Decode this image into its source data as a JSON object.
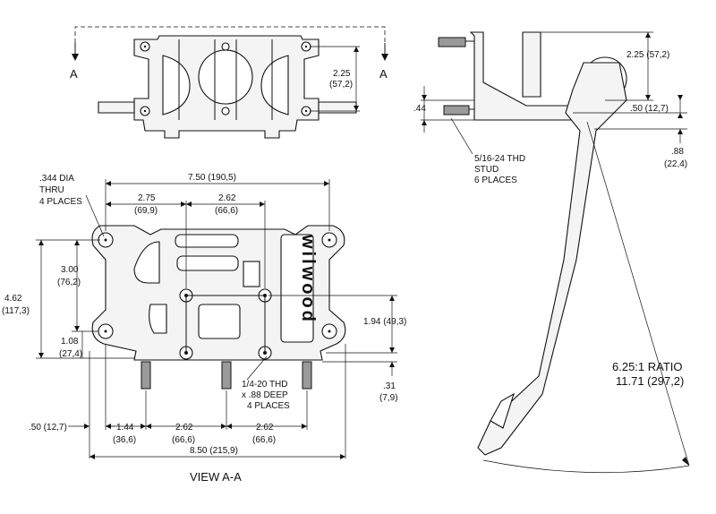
{
  "section": {
    "marker_left": "A",
    "marker_right": "A",
    "view_label": "VIEW A-A"
  },
  "callouts": {
    "holes": [
      "344 DIA",
      "THRU",
      "4 PLACES"
    ],
    "holes_prefix": ".",
    "tapped": [
      "1/4-20 THD",
      "x .88 DEEP",
      "4 PLACES"
    ],
    "stud": [
      "5/16-24 THD",
      "STUD",
      "6 PLACES"
    ],
    "ratio": [
      "6.25:1 RATIO",
      "11.71 (297,2)"
    ]
  },
  "dims": {
    "top_height": [
      "2.25",
      "(57,2)"
    ],
    "overall_width": "7.50 (190,5)",
    "hole_left": [
      "2.75",
      "(69,9)"
    ],
    "hole_center": [
      "2.62",
      "(66,6)"
    ],
    "hole_vert": [
      "3.00",
      "(76,2)"
    ],
    "overall_height": [
      "4.62",
      "(117,3)"
    ],
    "hole_bottom": [
      "1.08",
      "(27,4)"
    ],
    "right_height": "1.94 (49,3)",
    "stud_offset": [
      ".31",
      "(7,9)"
    ],
    "left_margin": ".50 (12,7)",
    "stud_1": [
      "1.44",
      "(36,6)"
    ],
    "stud_2": [
      "2.62",
      "(66,6)"
    ],
    "stud_3": [
      "2.62",
      "(66,6)"
    ],
    "base_width": "8.50 (215,9)",
    "side_height": "2.25 (57,2)",
    "side_44": ".44",
    "side_50": ".50 (12,7)",
    "side_88": [
      ".88",
      "(22,4)"
    ]
  },
  "brand": {
    "logo": "wilwood"
  }
}
